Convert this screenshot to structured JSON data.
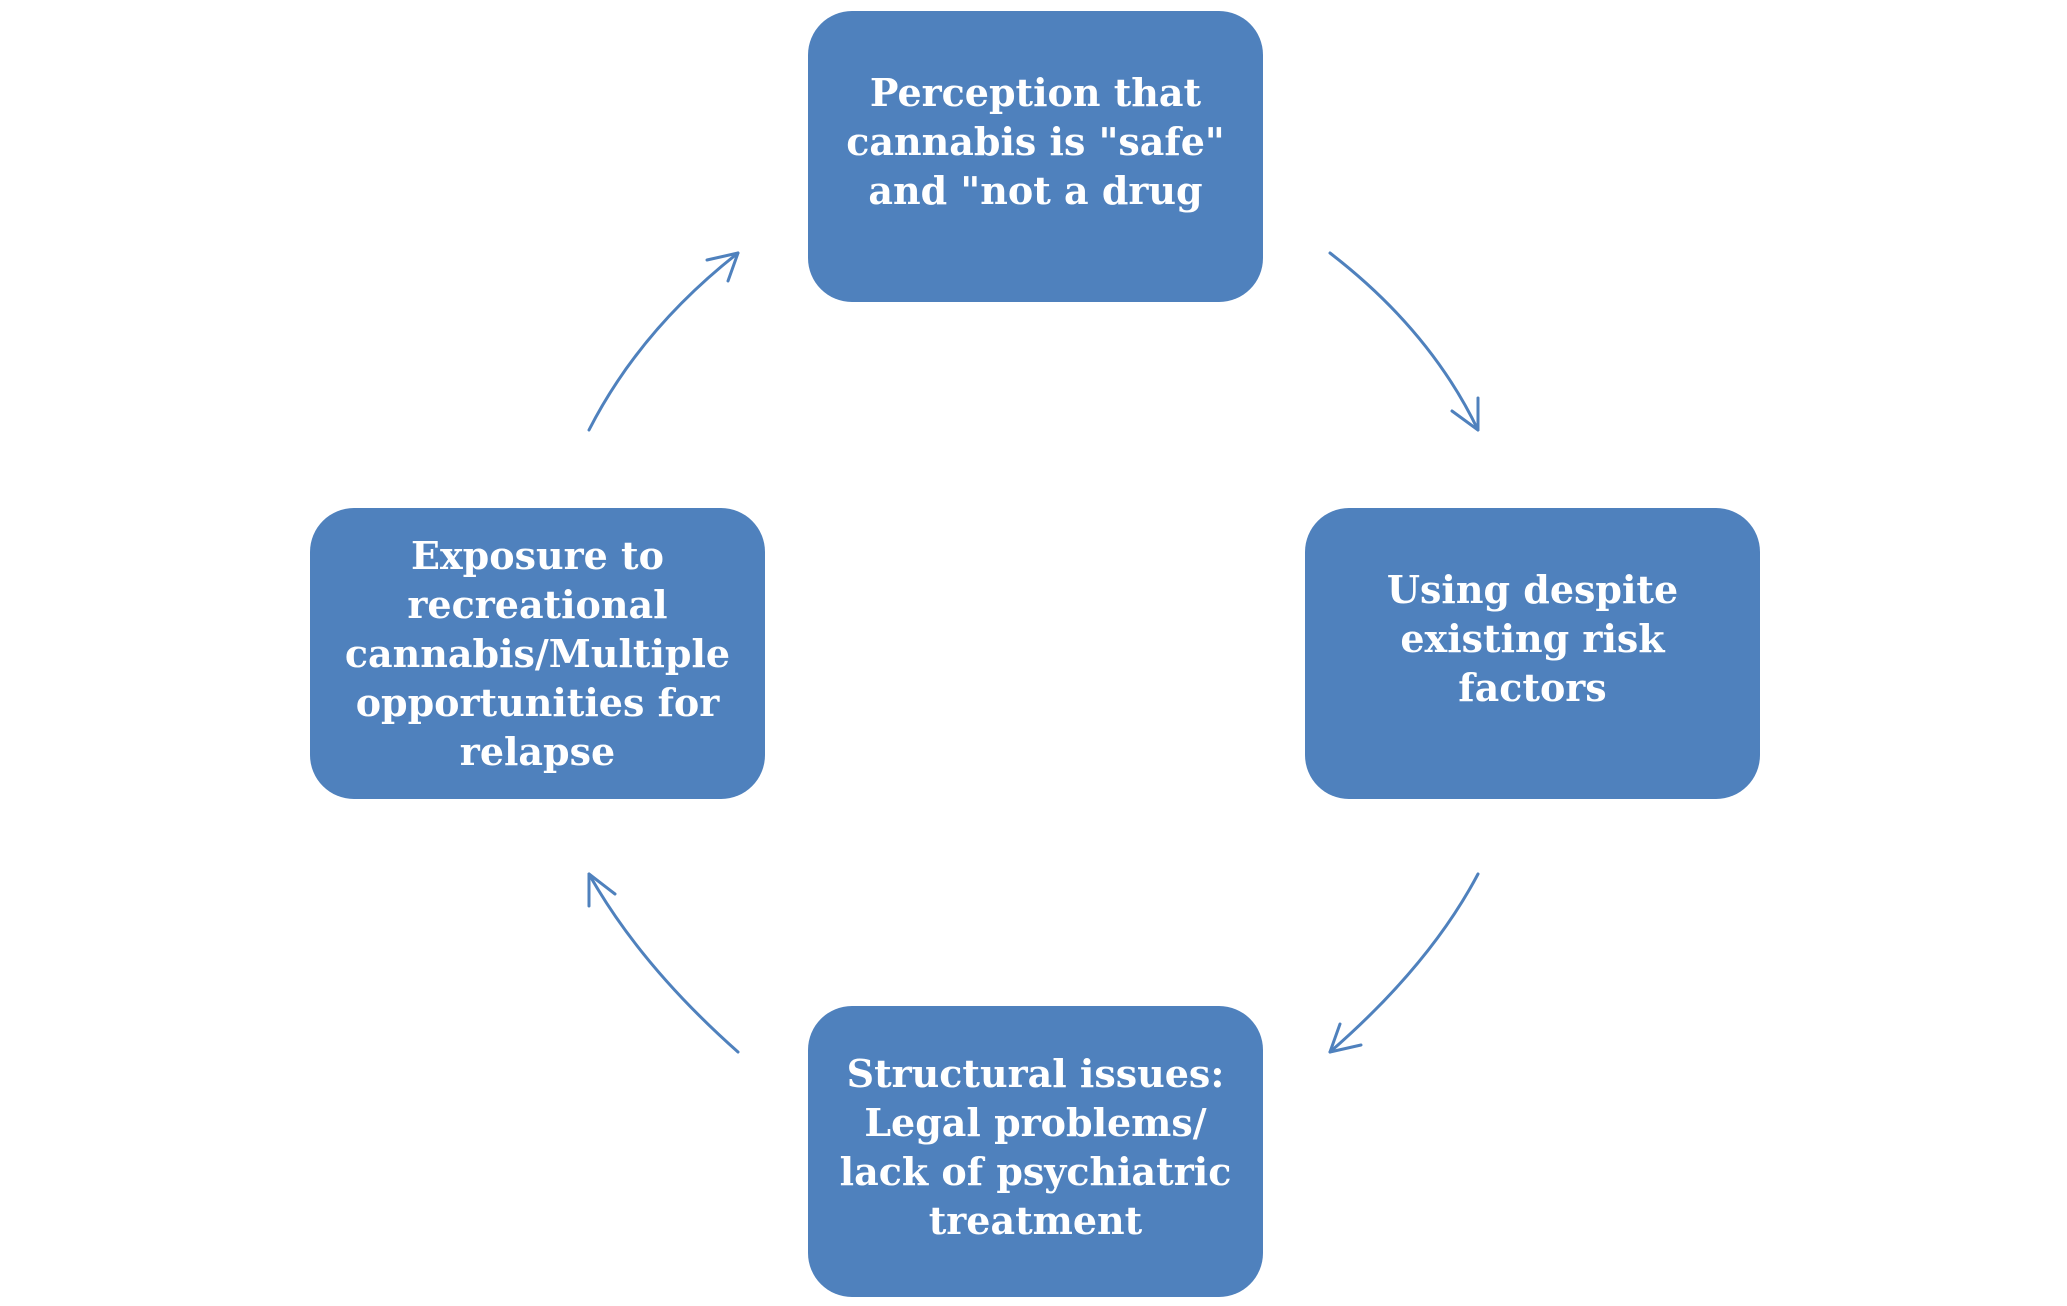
{
  "diagram": {
    "type": "cycle",
    "nodes": [
      {
        "id": "top",
        "label": "Perception that\ncannabis is \"safe\"\nand \"not a drug"
      },
      {
        "id": "right",
        "label": "Using despite\nexisting risk\nfactors"
      },
      {
        "id": "bottom",
        "label": "Structural issues:\nLegal problems/\nlack of psychiatric\ntreatment"
      },
      {
        "id": "left",
        "label": "Exposure to\nrecreational\ncannabis/Multiple\nopportunities for\nrelapse"
      }
    ],
    "edges": [
      {
        "from": "top",
        "to": "right"
      },
      {
        "from": "right",
        "to": "bottom"
      },
      {
        "from": "bottom",
        "to": "left"
      },
      {
        "from": "left",
        "to": "top"
      }
    ],
    "colors": {
      "node_fill": "#4f81bd",
      "node_text": "#ffffff",
      "arrow": "#4f81bd",
      "background": "#ffffff"
    }
  }
}
